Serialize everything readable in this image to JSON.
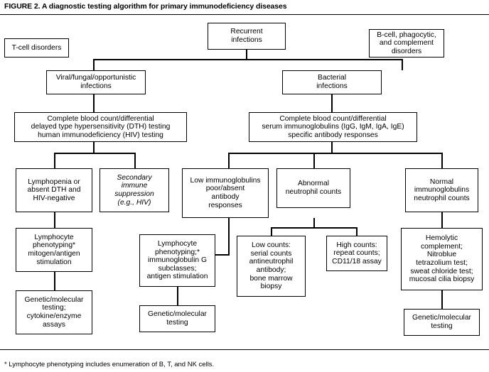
{
  "figure": {
    "title": "FIGURE 2. A diagnostic testing algorithm for primary immunodeficiency diseases",
    "footnote": "* Lymphocyte phenotyping includes enumeration of B, T, and NK cells."
  },
  "nodes": {
    "recurrent_infections": "Recurrent\ninfections",
    "t_cell_disorders": "T-cell disorders",
    "b_cell_disorders": "B-cell, phagocytic,\nand complement\ndisorders",
    "viral_fungal": "Viral/fungal/opportunistic\ninfections",
    "bacterial": "Bacterial\ninfections",
    "cbc_left": "Complete blood count/differential\ndelayed type hypersensitivity (DTH) testing\nhuman immunodeficiency (HIV) testing",
    "cbc_right": "Complete blood count/differential\nserum immunoglobulins (IgG, IgM, IgA, IgE)\nspecific antibody responses",
    "lymphopenia": "Lymphopenia or\nabsent DTH and\nHIV-negative",
    "secondary_suppression": "Secondary\nimmune\nsuppression\n(e.g., HIV)",
    "low_immunoglobulins": "Low immunoglobulins\npoor/absent\nantibody\nresponses",
    "abnormal_neutrophil": "Abnormal\nneutrophil counts",
    "normal_immunoglobulins": "Normal\nimmunoglobulins\nneutrophil counts",
    "lymphocyte_phenotyping_left": "Lymphocyte\nphenotyping*\nmitogen/antigen\nstimulation",
    "lymphocyte_phenotyping_mid": "Lymphocyte\nphenotyping;*\nimmunoglobulin G\nsubclasses;\nantigen stimulation",
    "low_counts": "Low counts:\nserial counts\nantineutrophil\nantibody;\nbone marrow\nbiopsy",
    "high_counts": "High counts:\nrepeat counts;\nCD11/18 assay",
    "hemolytic": "Hemolytic\ncomplement;\nNitroblue\ntetrazolium test;\nsweat chloride test;\nmucosal cilia biopsy",
    "genetic_left": "Genetic/molecular\ntesting;\ncytokine/enzyme\nassays",
    "genetic_mid": "Genetic/molecular\ntesting",
    "genetic_right": "Genetic/molecular\ntesting"
  },
  "chart_data": {
    "type": "diagram",
    "title": "A diagnostic testing algorithm for primary immunodeficiency diseases",
    "edges": [
      {
        "from": "recurrent_infections",
        "to": "viral_fungal"
      },
      {
        "from": "recurrent_infections",
        "to": "bacterial"
      },
      {
        "from": "viral_fungal",
        "to": "cbc_left"
      },
      {
        "from": "bacterial",
        "to": "cbc_right"
      },
      {
        "from": "cbc_left",
        "to": "lymphopenia"
      },
      {
        "from": "cbc_left",
        "to": "secondary_suppression"
      },
      {
        "from": "cbc_right",
        "to": "low_immunoglobulins"
      },
      {
        "from": "cbc_right",
        "to": "abnormal_neutrophil"
      },
      {
        "from": "cbc_right",
        "to": "normal_immunoglobulins"
      },
      {
        "from": "lymphopenia",
        "to": "lymphocyte_phenotyping_left"
      },
      {
        "from": "low_immunoglobulins",
        "to": "lymphocyte_phenotyping_mid"
      },
      {
        "from": "abnormal_neutrophil",
        "to": "low_counts"
      },
      {
        "from": "abnormal_neutrophil",
        "to": "high_counts"
      },
      {
        "from": "normal_immunoglobulins",
        "to": "hemolytic"
      },
      {
        "from": "lymphocyte_phenotyping_left",
        "to": "genetic_left"
      },
      {
        "from": "lymphocyte_phenotyping_mid",
        "to": "genetic_mid"
      },
      {
        "from": "hemolytic",
        "to": "genetic_right"
      }
    ]
  }
}
